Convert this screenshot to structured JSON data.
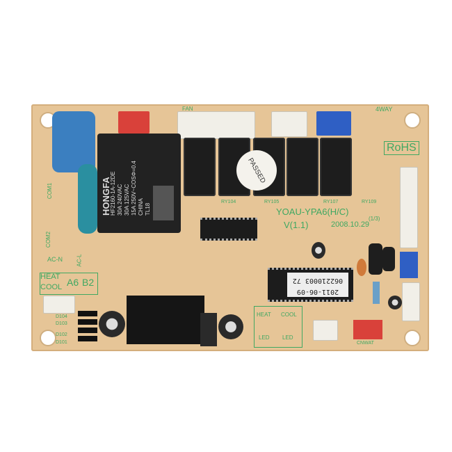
{
  "board": {
    "model": "YOAU-YPA6(H/C)",
    "version": "V(1.1)",
    "sheet": "(1/3)",
    "date": "2008.10.29",
    "rohs": "RoHS",
    "labels": {
      "com1": "COM1",
      "com2": "COM2",
      "ac_n": "AC-N",
      "ac_l": "AC-L",
      "heat": "HEAT",
      "cool": "COOL",
      "a6": "A6",
      "b2": "B2",
      "fan": "FAN",
      "four_way": "4WAY",
      "cnwat": "CNWAT",
      "d104": "D104",
      "d103": "D103",
      "d102": "D102",
      "d101": "D101"
    },
    "relay_codes": [
      "RY104",
      "RY105",
      "RY107",
      "RY109"
    ],
    "table": {
      "heat": "HEAT",
      "cool": "COOL",
      "led": "LED"
    }
  },
  "relay": {
    "brand": "HONGFA",
    "model": "HF2160-1A-12DE",
    "rating1": "30A 240VAC",
    "rating2": "30A 125VAC",
    "rating3": "15A 250V~COSΦ=0.4",
    "origin": "CHINA",
    "code": "TL18"
  },
  "sticker": {
    "text": "PASSED"
  },
  "chip": {
    "date": "2011-06-09",
    "serial": "062210003 72"
  },
  "colors": {
    "board": "#e6c597",
    "silkscreen": "#3fa862",
    "blue_part": "#3b7fc0",
    "red_connector": "#d9413a"
  }
}
